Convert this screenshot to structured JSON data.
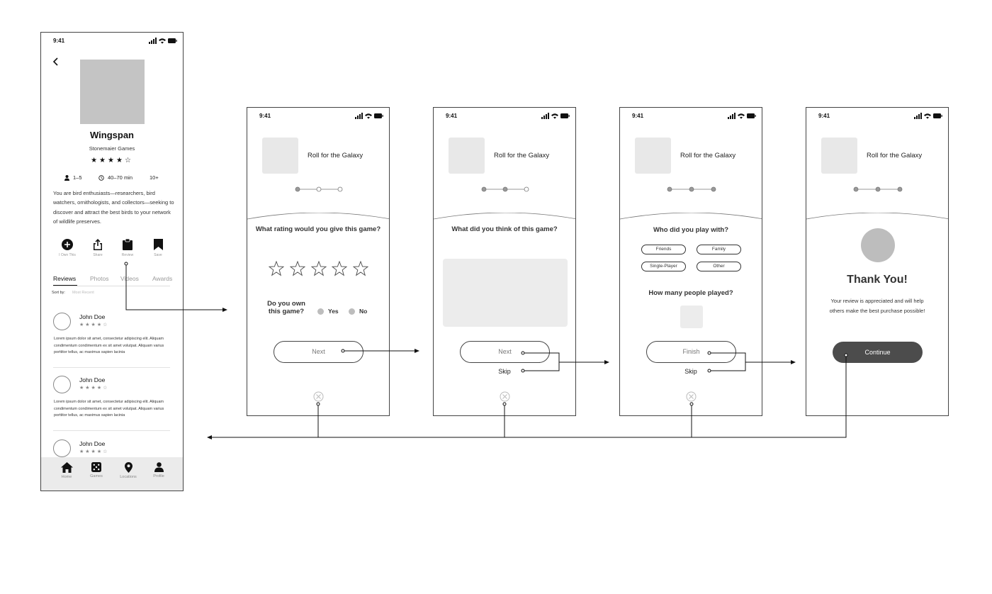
{
  "status": {
    "time": "9:41"
  },
  "main": {
    "title": "Wingspan",
    "publisher": "Stonemaier Games",
    "rating_stars": "★★★★☆",
    "players": "1–5",
    "duration": "40–70 min",
    "age": "10+",
    "description": "You are bird enthusiasts—researchers, bird watchers, ornithologists, and collectors—seeking to discover and attract the best birds to your network of wildlife preserves.",
    "actions": [
      "I Own This",
      "Share",
      "Review",
      "Save"
    ],
    "tabs": [
      "Reviews",
      "Photos",
      "Videos",
      "Awards"
    ],
    "sort_label": "Sort by:",
    "sort_value": "Most Recent",
    "reviews": [
      {
        "name": "John Doe",
        "stars": "★★★★☆",
        "text": "Lorem ipsum dolor sit amet, consectetur adipiscing elit. Aliquam condimentum condimentum ex sit amet volutpat. Aliquam varius porttitor tellus, ac maximus sapien lacinia"
      },
      {
        "name": "John Doe",
        "stars": "★★★★☆",
        "text": "Lorem ipsum dolor sit amet, consectetur adipiscing elit. Aliquam condimentum condimentum ex sit amet volutpat. Aliquam varius porttitor tellus, ac maximus sapien lacinia"
      },
      {
        "name": "John Doe",
        "stars": "★★★★☆",
        "text": ""
      }
    ],
    "nav": [
      "Home",
      "Games",
      "Locations",
      "Profile"
    ]
  },
  "flow": {
    "game_title": "Roll for the Galaxy",
    "screen1": {
      "question": "What rating would you give this game?",
      "own_question": "Do you own this game?",
      "yes": "Yes",
      "no": "No",
      "next": "Next"
    },
    "screen2": {
      "question": "What did you think of this game?",
      "next": "Next",
      "skip": "Skip"
    },
    "screen3": {
      "question": "Who did you play with?",
      "chips": [
        "Friends",
        "Family",
        "Single-Player",
        "Other"
      ],
      "question2": "How many people played?",
      "finish": "Finish",
      "skip": "Skip"
    },
    "screen4": {
      "title": "Thank You!",
      "text": "Your review is appreciated and will help others make the best purchase possible!",
      "continue": "Continue"
    }
  },
  "colors": {
    "stroke": "#444444",
    "placeholder": "#c4c4c4",
    "button_dark": "#4c4c4c"
  }
}
